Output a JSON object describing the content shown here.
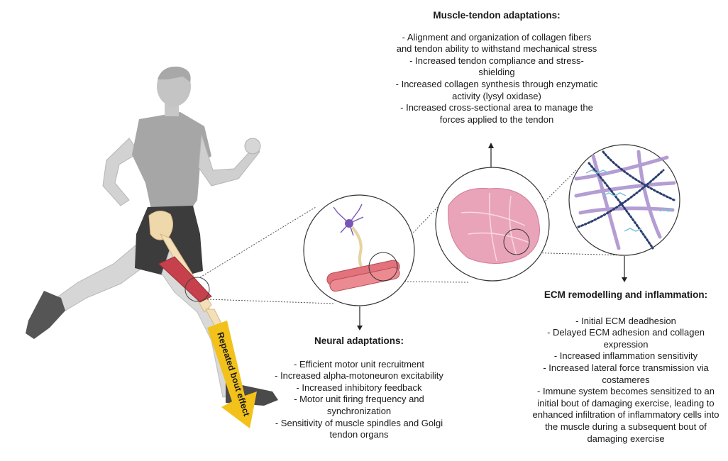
{
  "muscle_tendon": {
    "title": "Muscle-tendon adaptations:",
    "items": [
      "- Alignment and organization of collagen fibers and tendon ability to withstand mechanical stress",
      "- Increased tendon compliance and stress-shielding",
      "- Increased collagen synthesis through enzymatic activity (lysyl oxidase)",
      "- Increased cross-sectional area to manage the forces applied to the tendon"
    ]
  },
  "neural": {
    "title": "Neural adaptations:",
    "items": [
      "- Efficient motor unit recruitment",
      "- Increased alpha-motoneuron excitability",
      "- Increased inhibitory feedback",
      "- Motor unit firing frequency and synchronization",
      "- Sensitivity of muscle spindles and Golgi tendon organs"
    ]
  },
  "ecm": {
    "title": "ECM remodelling and inflammation:",
    "items": [
      "- Initial ECM deadhesion",
      "- Delayed ECM adhesion and collagen expression",
      "- Increased inflammation sensitivity",
      "- Increased lateral force transmission via costameres",
      "- Immune system becomes sensitized to an initial bout of damaging exercise, leading to enhanced infiltration of inflammatory cells into the muscle during a subsequent bout of damaging exercise"
    ]
  },
  "arrow": {
    "label": "Repeated bout effect"
  },
  "colors": {
    "arrow_fill": "#f2c21b",
    "muscle": "#c6414b",
    "bone": "#f0d8ad",
    "skin": "#c9c9c9",
    "shorts": "#3a3a3a",
    "tissue": "#eaa4b9",
    "fiber": "#8d7ab8",
    "dots": "#2c3e70",
    "accent": "#7ac3d8"
  }
}
